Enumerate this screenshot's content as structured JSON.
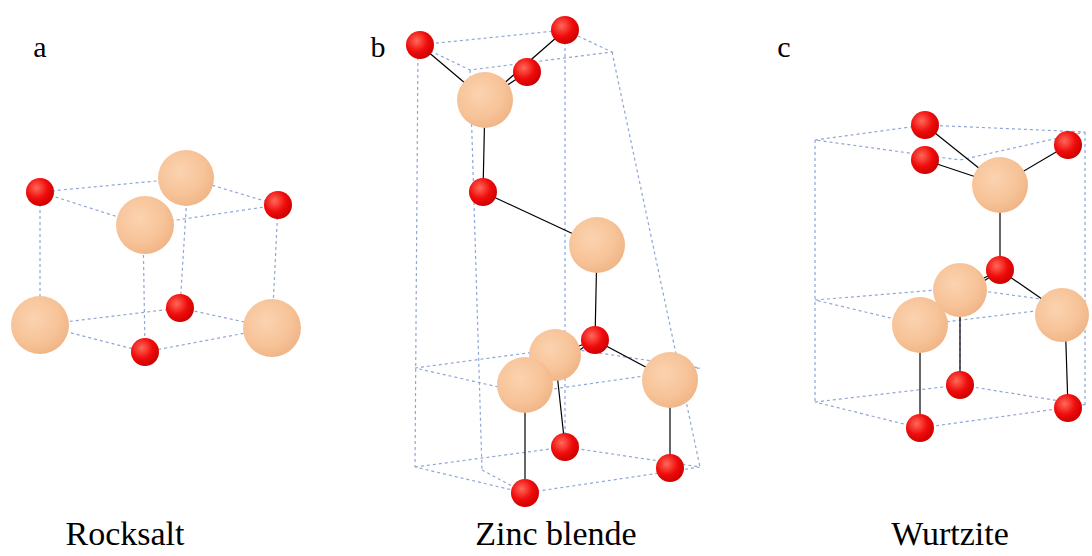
{
  "diagram": {
    "labels": [
      "a",
      "b",
      "c",
      "Rocksalt",
      "Zinc blende",
      "Wurtzite"
    ]
  }
}
